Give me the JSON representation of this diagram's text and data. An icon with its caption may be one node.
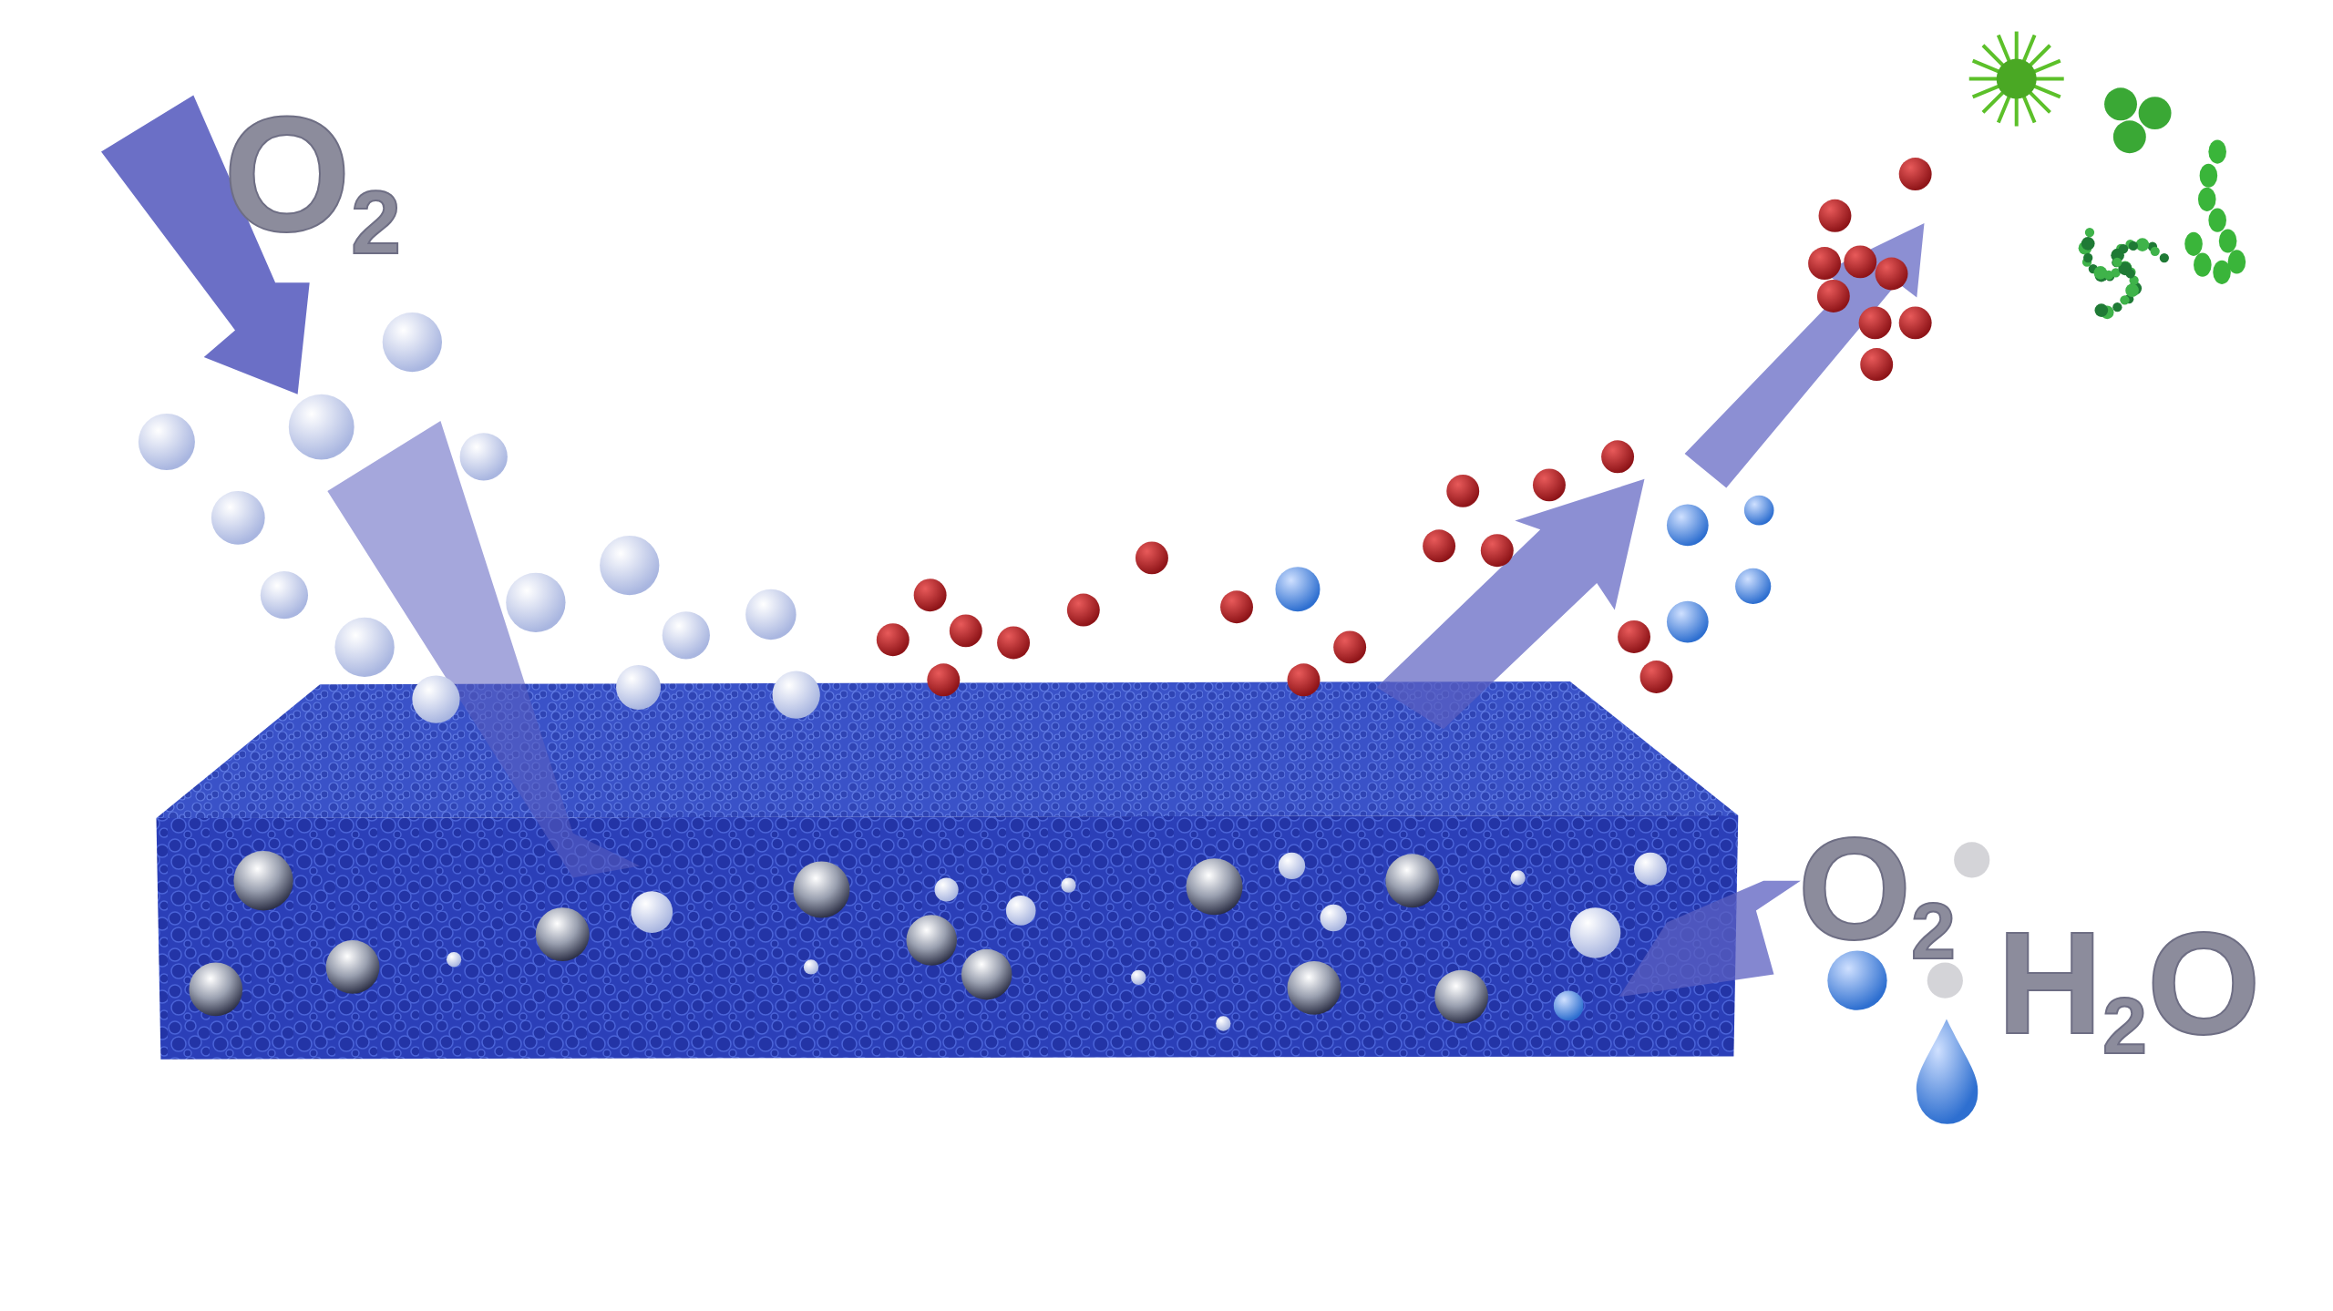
{
  "diagram": {
    "labels": [
      "O$_{2}$",
      "O$_{2}$",
      "H$_{2}$O"
    ]
  }
}
